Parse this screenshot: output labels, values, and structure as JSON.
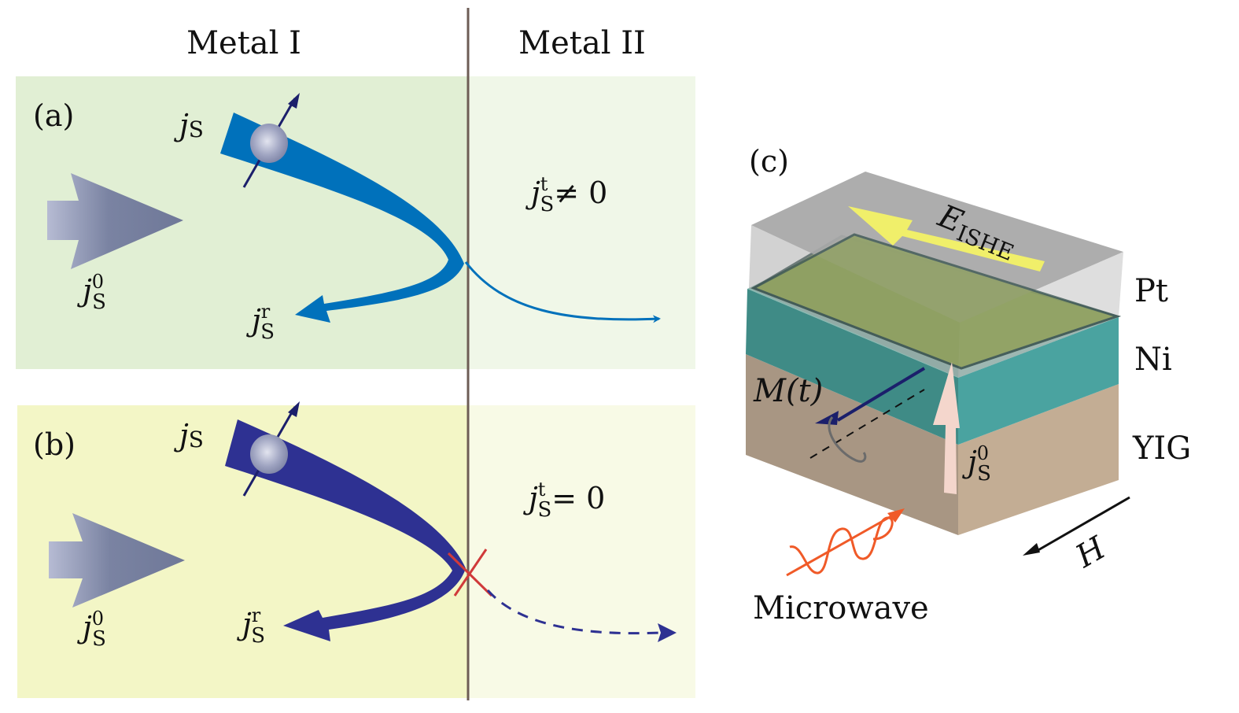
{
  "headers": {
    "metal1": "Metal I",
    "metal2": "Metal II"
  },
  "panel_a": {
    "label": "(a)",
    "js": "j",
    "js_sub": "S",
    "j0": "j",
    "j0_sup": "0",
    "j0_sub": "S",
    "jr": "j",
    "jr_sup": "r",
    "jr_sub": "S",
    "jt": "j",
    "jt_sup": "t",
    "jt_sub": "S",
    "jt_rel": "≠ 0",
    "left_color": "#e1efd4",
    "right_color": "#f0f7e8",
    "current_color": "#0071bb"
  },
  "panel_b": {
    "label": "(b)",
    "js": "j",
    "js_sub": "S",
    "j0": "j",
    "j0_sup": "0",
    "j0_sub": "S",
    "jr": "j",
    "jr_sup": "r",
    "jr_sub": "S",
    "jt": "j",
    "jt_sup": "t",
    "jt_sub": "S",
    "jt_rel": "= 0",
    "left_color": "#f3f6c6",
    "right_color": "#f8fae6",
    "current_color": "#2e3192",
    "block_color": "#d03a3a"
  },
  "panel_c": {
    "label": "(c)",
    "layers": [
      "Pt",
      "Ni",
      "YIG"
    ],
    "e_field": "E",
    "e_field_sub": "ISHE",
    "magnetization": "M(t)",
    "j0": "j",
    "j0_sup": "0",
    "j0_sub": "S",
    "field": "H",
    "microwave": "Microwave",
    "colors": {
      "pt": "#a9a9a9",
      "ni": "#4aa3a0",
      "yig": "#a89683",
      "interface": "#8ea15c",
      "e_arrow": "#f0ef6a",
      "microwave": "#f05a28",
      "j0_arrow": "#f4d6cc"
    }
  }
}
